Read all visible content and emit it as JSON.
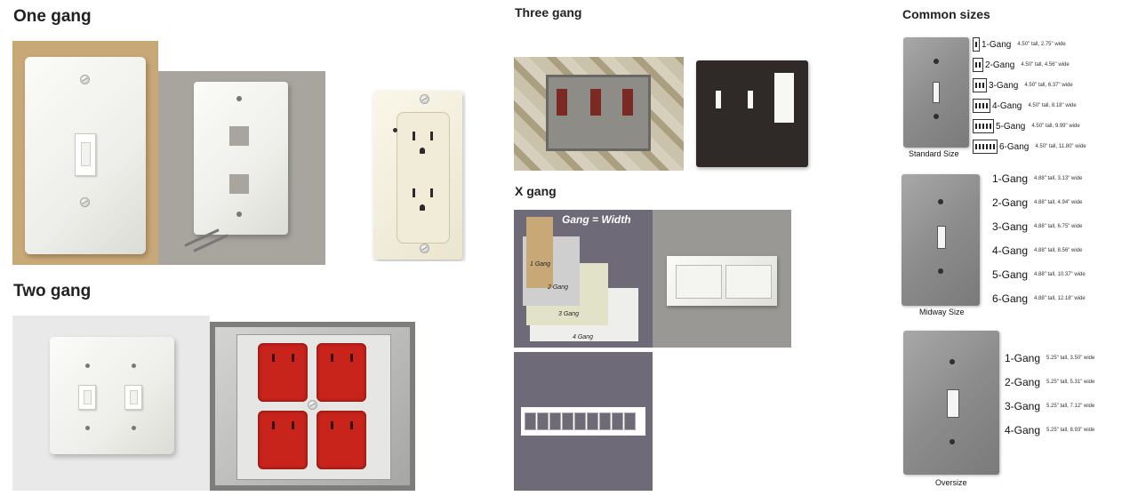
{
  "sections": {
    "one_gang": "One gang",
    "two_gang": "Two gang",
    "three_gang": "Three gang",
    "x_gang": "X gang",
    "common_sizes": "Common sizes"
  },
  "x_gang_photo": {
    "banner": "Gang = Width",
    "labels": [
      "1 Gang",
      "2 Gang",
      "3 Gang",
      "4 Gang"
    ]
  },
  "standard": {
    "caption": "Standard Size",
    "rows": [
      {
        "gang": "1-Gang",
        "dims": "4.50\" tall, 2.75\" wide",
        "n": 1
      },
      {
        "gang": "2-Gang",
        "dims": "4.50\" tall, 4.56\" wide",
        "n": 2
      },
      {
        "gang": "3-Gang",
        "dims": "4.50\" tall, 6.37\" wide",
        "n": 3
      },
      {
        "gang": "4-Gang",
        "dims": "4.50\" tall, 8.18\" wide",
        "n": 4
      },
      {
        "gang": "5-Gang",
        "dims": "4.50\" tall, 9.99\" wide",
        "n": 5
      },
      {
        "gang": "6-Gang",
        "dims": "4.50\" tall, 11.80\" wide",
        "n": 6
      }
    ]
  },
  "midway": {
    "caption": "Midway Size",
    "rows": [
      {
        "gang": "1-Gang",
        "dims": "4.88\" tall, 3.13\" wide"
      },
      {
        "gang": "2-Gang",
        "dims": "4.88\" tall, 4.94\" wide"
      },
      {
        "gang": "3-Gang",
        "dims": "4.88\" tall, 6.75\" wide"
      },
      {
        "gang": "4-Gang",
        "dims": "4.88\" tall, 8.56\" wide"
      },
      {
        "gang": "5-Gang",
        "dims": "4.88\" tall, 10.37\" wide"
      },
      {
        "gang": "6-Gang",
        "dims": "4.88\" tall, 12.18\" wide"
      }
    ]
  },
  "oversize": {
    "caption": "Oversize",
    "rows": [
      {
        "gang": "1-Gang",
        "dims": "5.25\" tall, 3.50\" wide"
      },
      {
        "gang": "2-Gang",
        "dims": "5.25\" tall, 5.31\" wide"
      },
      {
        "gang": "3-Gang",
        "dims": "5.25\" tall, 7.12\" wide"
      },
      {
        "gang": "4-Gang",
        "dims": "5.25\" tall, 8.93\" wide"
      }
    ]
  },
  "colors": {
    "tan_background": "#c9a877",
    "gray_background": "#9a9894",
    "red_receptacle": "#c8241c",
    "dark_plate": "#2f2a27",
    "purple_background": "#6e6a78"
  }
}
